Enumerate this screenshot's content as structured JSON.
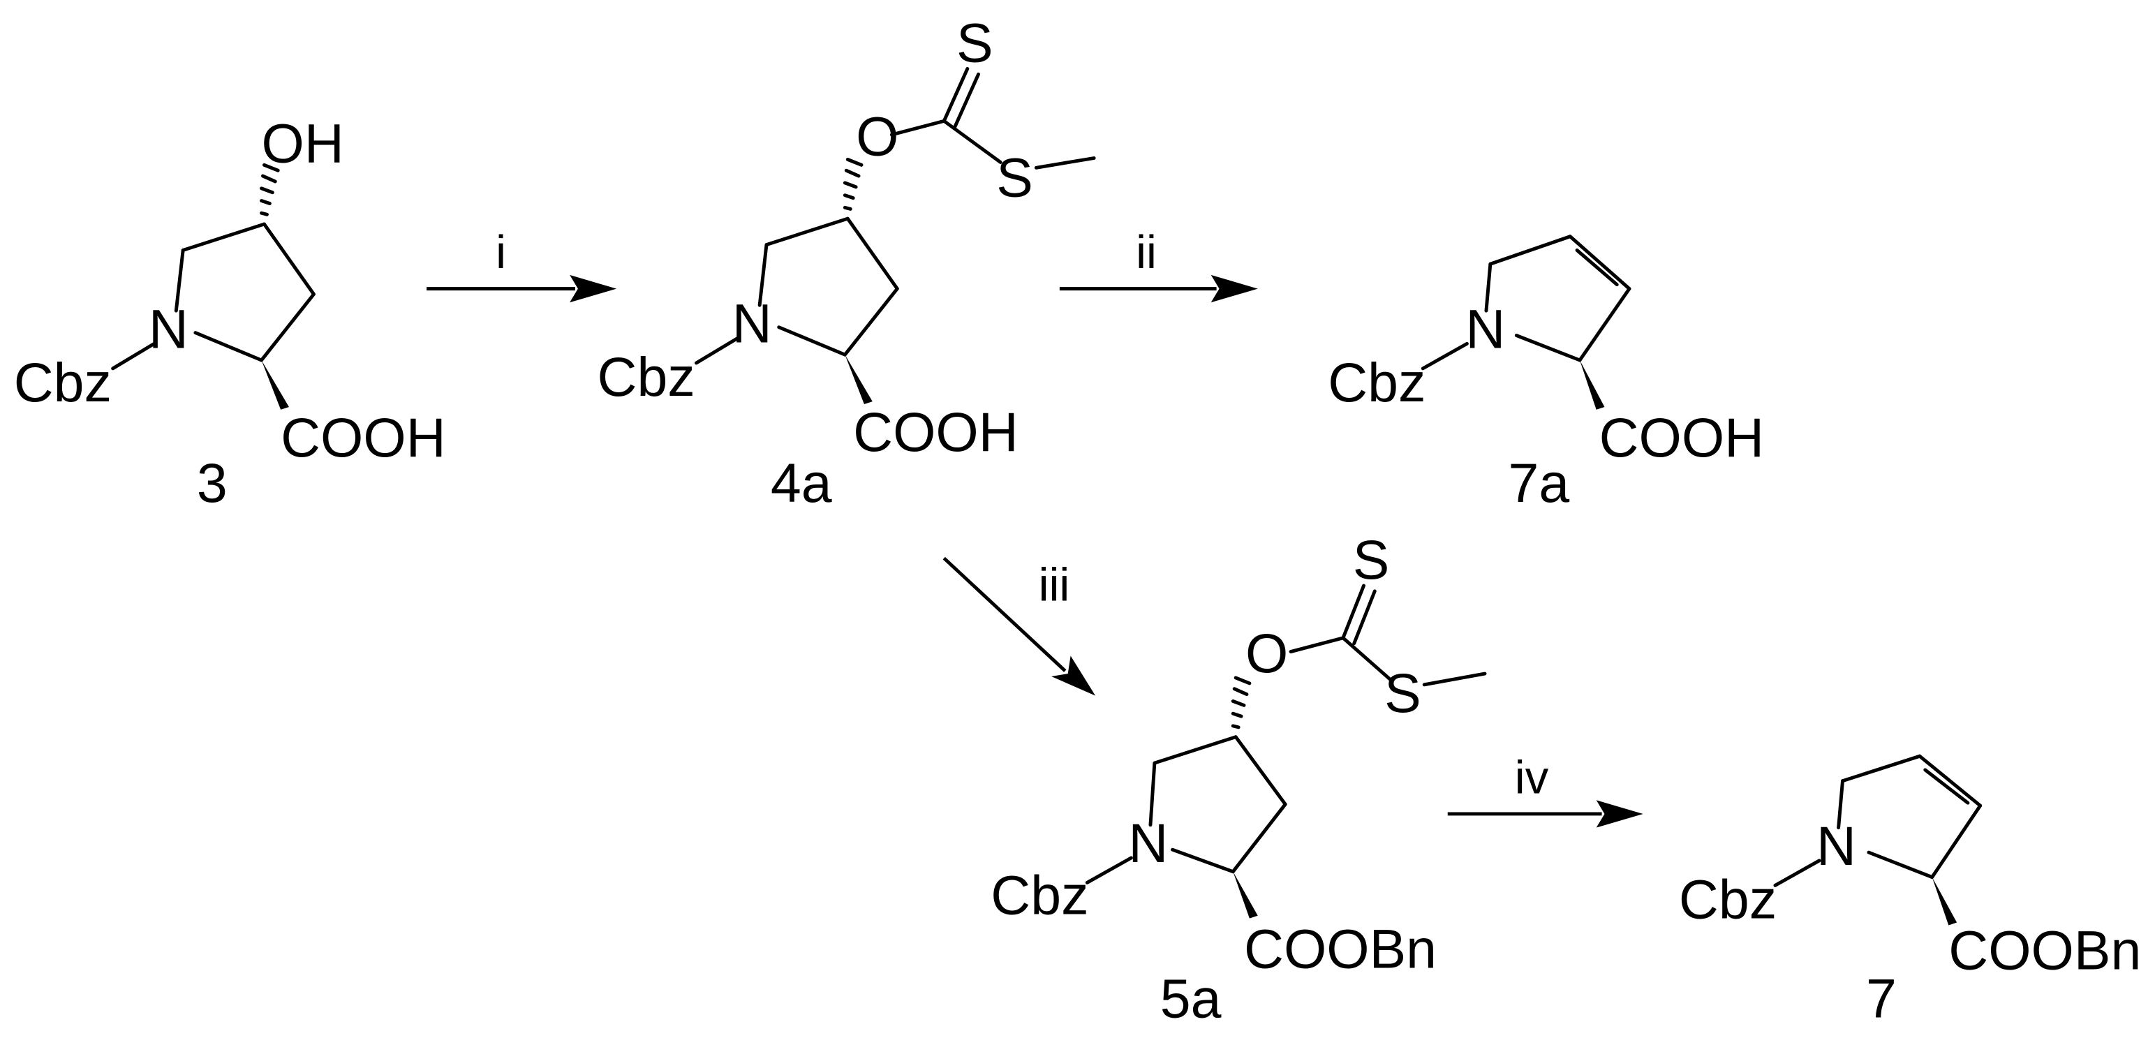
{
  "compounds": {
    "c3": {
      "number": "3",
      "substituent": "Cbz",
      "N": "N",
      "acid": "COOH",
      "hydroxyl": "OH"
    },
    "c4a": {
      "number": "4a",
      "substituent": "Cbz",
      "N": "N",
      "acid": "COOH",
      "O": "O",
      "S_thione": "S",
      "S_thioether": "S"
    },
    "c7a": {
      "number": "7a",
      "substituent": "Cbz",
      "N": "N",
      "acid": "COOH"
    },
    "c5a": {
      "number": "5a",
      "substituent": "Cbz",
      "N": "N",
      "ester": "COOBn",
      "O": "O",
      "S_thione": "S",
      "S_thioether": "S"
    },
    "c7": {
      "number": "7",
      "substituent": "Cbz",
      "N": "N",
      "ester": "COOBn"
    }
  },
  "arrows": {
    "step1": {
      "label": "i"
    },
    "step2": {
      "label": "ii"
    },
    "step3": {
      "label": "iii"
    },
    "step4": {
      "label": "iv"
    }
  }
}
